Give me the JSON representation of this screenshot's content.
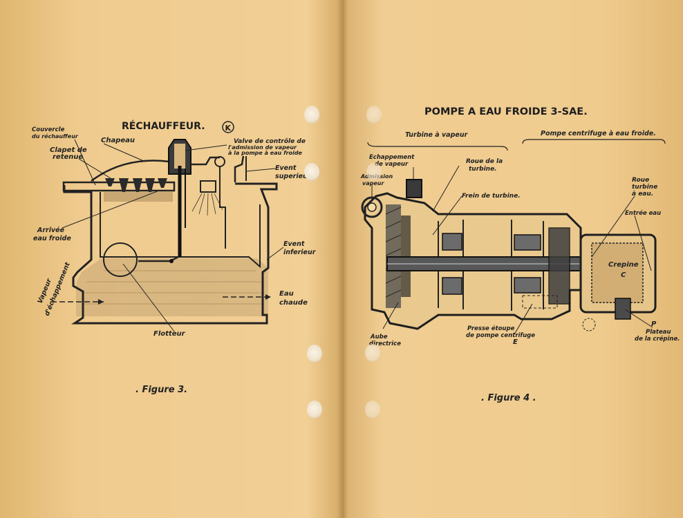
{
  "left_page": {
    "figure_title": "RÉCHAUFFEUR.",
    "marker": "K",
    "labels": {
      "couvercle_1": "Couvercle",
      "couvercle_2": "du réchauffeur",
      "chapeau": "Chapeau",
      "clapet_1": "Clapet de",
      "clapet_2": "retenue",
      "valve_1": "Valve de contrôle de",
      "valve_2": "l'admission de vapeur",
      "valve_3": "à la pompe à eau froide",
      "event_sup_1": "Event",
      "event_sup_2": "superieur",
      "arrivee_1": "Arrivée",
      "arrivee_2": "eau froide",
      "event_inf_1": "Event",
      "event_inf_2": "inferieur",
      "vapeur_1": "Vapeur",
      "vapeur_2": "d'échappement",
      "eau_chaude_1": "Eau",
      "eau_chaude_2": "chaude",
      "flotteur": "Flotteur"
    },
    "caption": ". Figure 3."
  },
  "right_page": {
    "figure_title": "POMPE A EAU FROIDE 3-SAE.",
    "section_left": "Turbine à vapeur",
    "section_right": "Pompe centrifuge à eau froide.",
    "labels": {
      "echappement_1": "Echappement",
      "echappement_2": "de vapeur",
      "admission_1": "Admission",
      "admission_2": "vapeur",
      "roue_1": "Roue de la",
      "roue_2": "turbine.",
      "frein": "Frein de turbine.",
      "roue_turbine_1": "Roue",
      "roue_turbine_2": "turbine",
      "roue_turbine_3": "à eau.",
      "entree_eau": "Entrée eau",
      "crepine": "Crepine",
      "c": "C",
      "aube_1": "Aube",
      "aube_2": "directrice",
      "presse_1": "Presse étoupe",
      "presse_2": "de pompe centrifuge",
      "e": "E",
      "p": "P",
      "plateau_1": "Plateau",
      "plateau_2": "de la crépine."
    },
    "caption": ". Figure 4 ."
  },
  "colors": {
    "paper": "#f0cd92",
    "ink": "#222222",
    "water": "#c9a873"
  }
}
